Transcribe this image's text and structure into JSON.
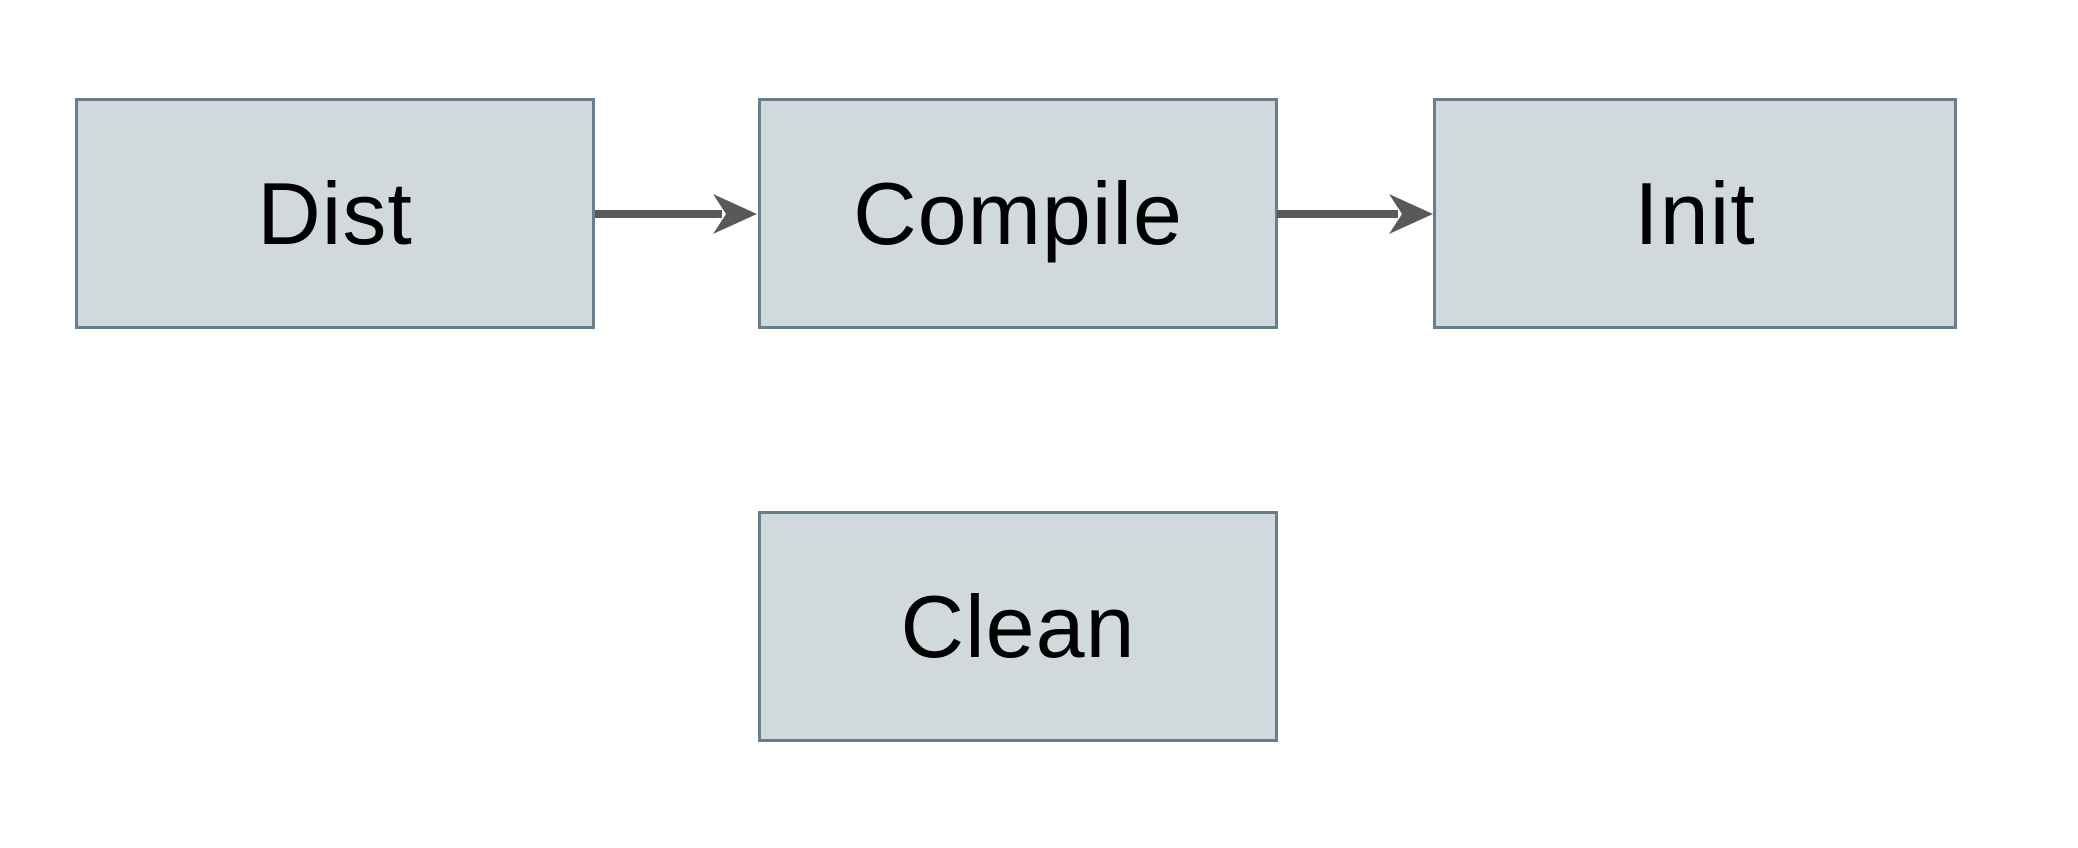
{
  "diagram": {
    "nodes": [
      {
        "id": "dist",
        "label": "Dist"
      },
      {
        "id": "compile",
        "label": "Compile"
      },
      {
        "id": "init",
        "label": "Init"
      },
      {
        "id": "clean",
        "label": "Clean"
      }
    ],
    "edges": [
      {
        "from": "dist",
        "to": "compile",
        "direction": "right"
      },
      {
        "from": "compile",
        "to": "init",
        "direction": "right"
      }
    ],
    "colors": {
      "background": "#ffffff",
      "node_fill": "#d2d9dc",
      "node_border": "#657f8c",
      "node_label": "#000000",
      "arrow": "#595959"
    }
  }
}
